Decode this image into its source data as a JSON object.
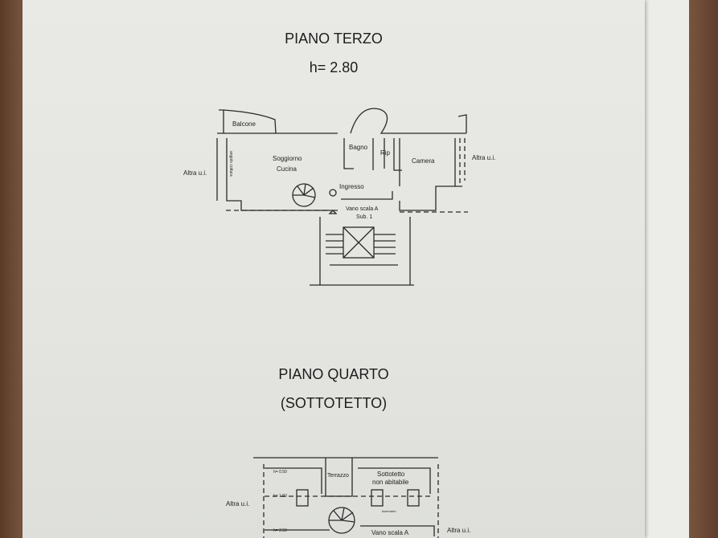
{
  "floor3": {
    "title": "PIANO TERZO",
    "height": "h= 2.80",
    "labels": {
      "balcone": "Balcone",
      "soggiorno": "Soggiorno",
      "cucina": "Cucina",
      "angolo": "angolo cottura",
      "bagno": "Bagno",
      "rip": "Rip",
      "camera": "Camera",
      "ingresso": "Ingresso",
      "altra_left": "Altra u.i.",
      "altra_right": "Altra u.i.",
      "vano": "Vano scala A",
      "sub": "Sub. 1"
    }
  },
  "floor4": {
    "title": "PIANO QUARTO",
    "subtitle": "(SOTTOTETTO)",
    "labels": {
      "h050": "h= 0.50",
      "h150": "h= 1.50",
      "h250": "h= 2.50",
      "terrazzo": "Terrazzo",
      "sottotetto": "Sottotetto",
      "non_abitabile": "non abitabile",
      "lucernario": "lucernario",
      "altra_left": "Altra u.i.",
      "altra_right": "Altra u.i.",
      "vano": "Vano scala A"
    }
  }
}
